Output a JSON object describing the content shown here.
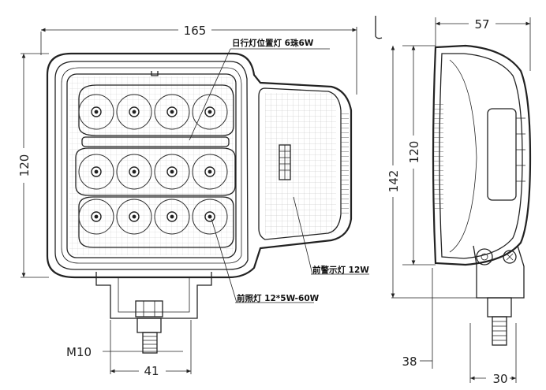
{
  "front_view": {
    "width_dim": "165",
    "height_dim": "120",
    "bolt_label": "M10",
    "bolt_width_dim": "41"
  },
  "side_view": {
    "depth_dim": "57",
    "body_height_dim": "120",
    "total_height_dim": "142",
    "offset_dim": "38",
    "bracket_dim": "30"
  },
  "callouts": {
    "drl": "日行灯位置灯 6珠6W",
    "indicator": "前警示灯 12W",
    "main_beam": "前照灯 12*5W-60W"
  },
  "colors": {
    "line": "#222222",
    "background": "#ffffff"
  }
}
